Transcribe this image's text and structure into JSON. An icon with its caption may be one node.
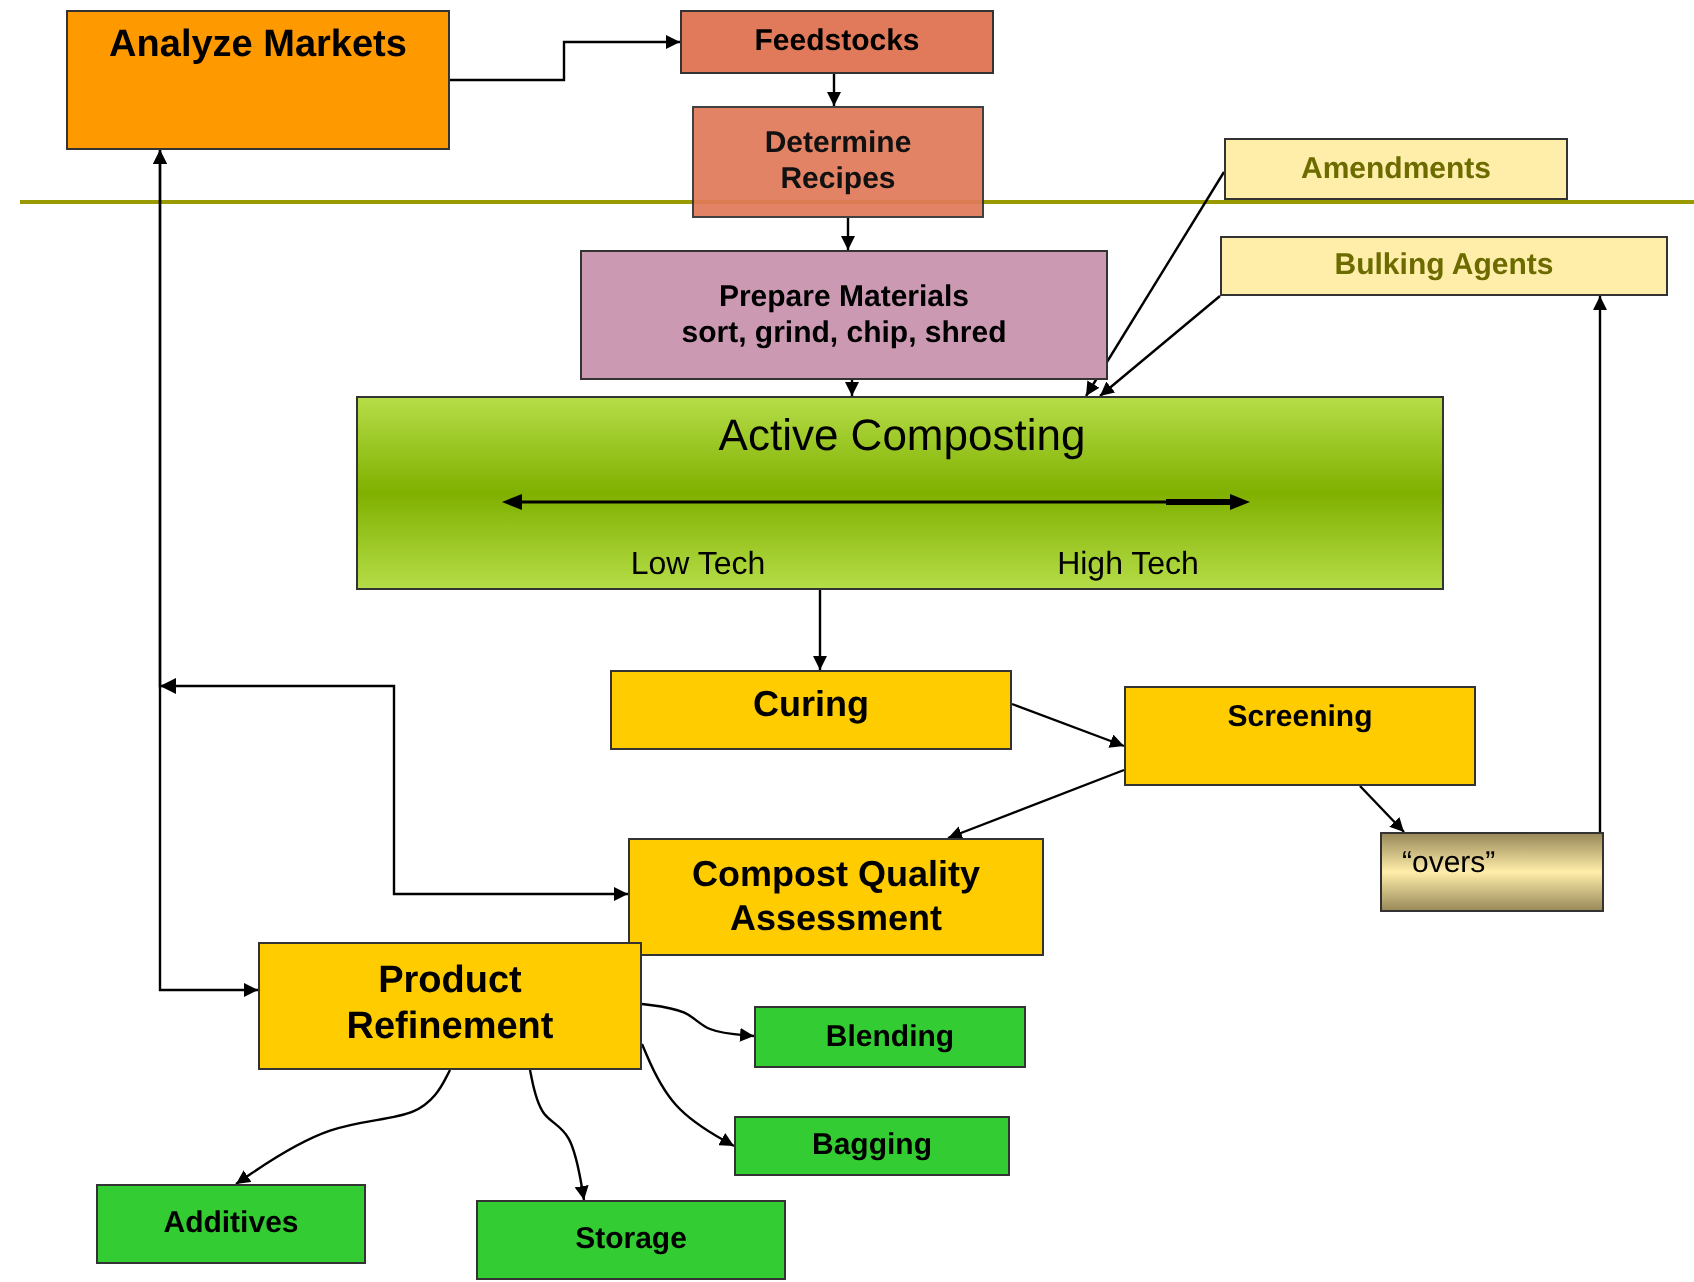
{
  "diagram": {
    "nodes": [
      {
        "text": [
          "Analyze Markets"
        ]
      },
      {
        "text": [
          "Feedstocks"
        ]
      },
      {
        "text": [
          "Determine Recipes"
        ]
      },
      {
        "text": [
          "Amendments"
        ]
      },
      {
        "text": [
          "Bulking Agents"
        ]
      },
      {
        "text": [
          "Prepare Materials",
          "sort, grind, chip, shred"
        ]
      },
      {
        "text": [
          "Active Composting",
          "Low Tech",
          "High Tech"
        ]
      },
      {
        "text": [
          "Curing"
        ]
      },
      {
        "text": [
          "Screening"
        ]
      },
      {
        "text": [
          "“overs”"
        ]
      },
      {
        "text": [
          "Compost Quality Assessment"
        ]
      },
      {
        "text": [
          "Product Refinement"
        ]
      },
      {
        "text": [
          "Blending"
        ]
      },
      {
        "text": [
          "Bagging"
        ]
      },
      {
        "text": [
          "Additives"
        ]
      },
      {
        "text": [
          "Storage"
        ]
      }
    ],
    "edges": [
      {
        "from": 0,
        "to": 1,
        "arrow": "to"
      },
      {
        "from": 1,
        "to": 2,
        "arrow": "to"
      },
      {
        "from": 2,
        "to": 5,
        "arrow": "to"
      },
      {
        "from": 3,
        "to": 6,
        "arrow": "to"
      },
      {
        "from": 4,
        "to": 6,
        "arrow": "to"
      },
      {
        "from": 5,
        "to": 6,
        "arrow": "to"
      },
      {
        "from": 6,
        "to": 7,
        "arrow": "to"
      },
      {
        "from": 7,
        "to": 8,
        "arrow": "to"
      },
      {
        "from": 8,
        "to": 10,
        "arrow": "to"
      },
      {
        "from": 8,
        "to": 9,
        "arrow": "to"
      },
      {
        "from": 9,
        "to": 4,
        "arrow": "to"
      },
      {
        "from": 10,
        "to": 0,
        "arrow": "both"
      },
      {
        "from": 0,
        "to": 11,
        "arrow": "both"
      },
      {
        "from": 11,
        "to": 12,
        "arrow": "to"
      },
      {
        "from": 11,
        "to": 13,
        "arrow": "to"
      },
      {
        "from": 11,
        "to": 15,
        "arrow": "to"
      },
      {
        "from": 11,
        "to": 14,
        "arrow": "to"
      }
    ]
  }
}
